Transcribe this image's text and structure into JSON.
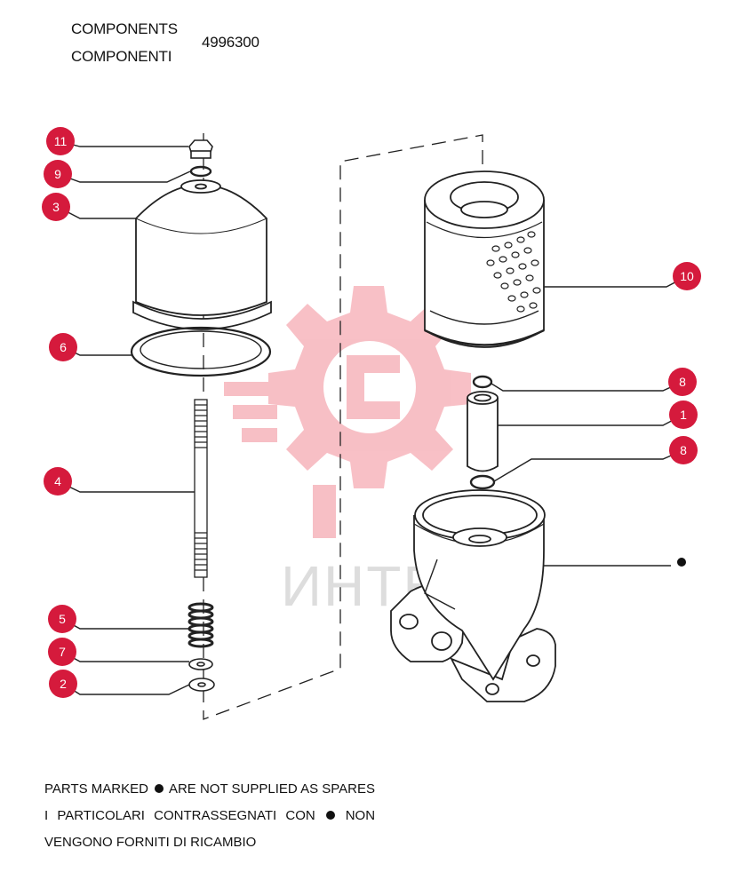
{
  "header": {
    "title_en": "COMPONENTS",
    "title_it": "COMPONENTI",
    "part_code": "4996300"
  },
  "watermark": {
    "text": "ИНТЕК",
    "color": "#e83a4e"
  },
  "callouts": [
    {
      "id": "11",
      "color": "#d51a3c"
    },
    {
      "id": "9",
      "color": "#d51a3c"
    },
    {
      "id": "3",
      "color": "#d51a3c"
    },
    {
      "id": "6",
      "color": "#d51a3c"
    },
    {
      "id": "4",
      "color": "#d51a3c"
    },
    {
      "id": "5",
      "color": "#d51a3c"
    },
    {
      "id": "7",
      "color": "#d51a3c"
    },
    {
      "id": "2",
      "color": "#d51a3c"
    },
    {
      "id": "10",
      "color": "#d51a3c"
    },
    {
      "id": "8",
      "color": "#d51a3c"
    },
    {
      "id": "1",
      "color": "#d51a3c"
    },
    {
      "id": "8",
      "color": "#d51a3c"
    }
  ],
  "notes": {
    "line1_a": "PARTS MARKED",
    "line1_b": "ARE NOT SUPPLIED AS SPARES",
    "line2_a": "I PARTICOLARI CONTRASSEGNATI CON",
    "line2_b": "NON",
    "line3": "VENGONO FORNITI DI RICAMBIO"
  }
}
